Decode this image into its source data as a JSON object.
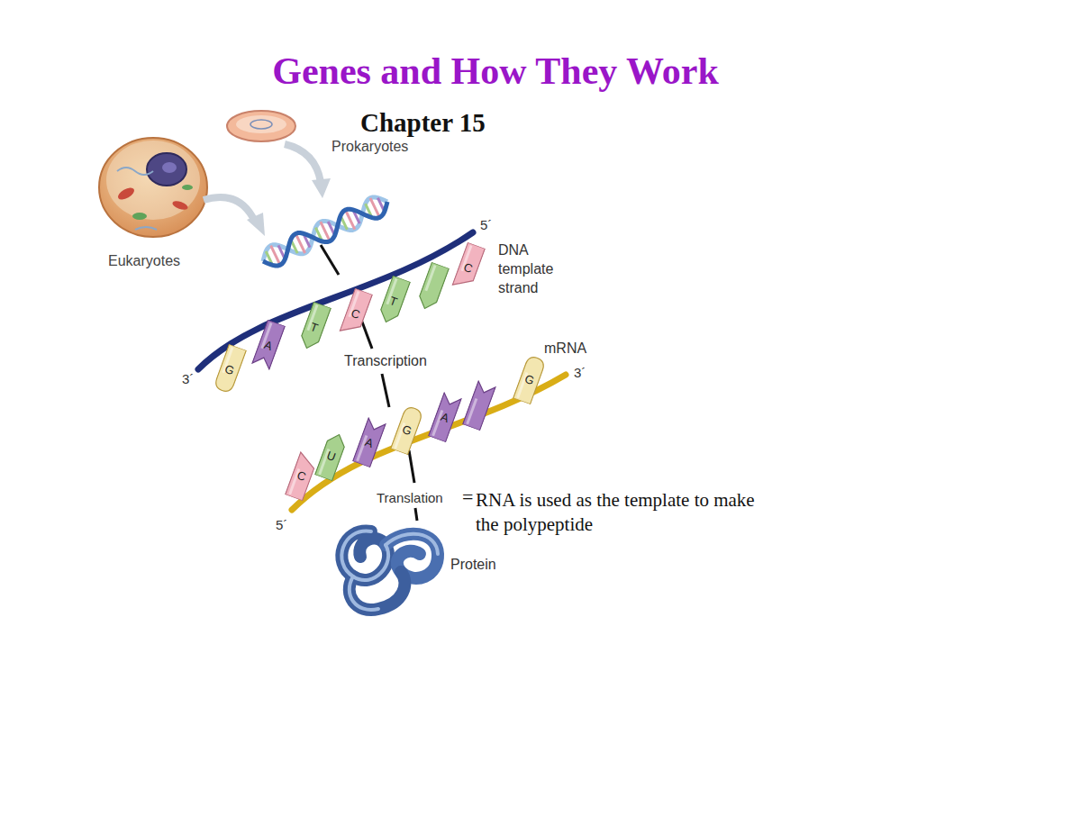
{
  "diagram": {
    "title": "Genes and How They Work",
    "nodes": [
      {
        "text": [
          "G"
        ]
      },
      {
        "text": [
          "A"
        ]
      },
      {
        "text": [
          "T"
        ]
      },
      {
        "text": [
          "C"
        ]
      },
      {
        "text": [
          "T"
        ]
      },
      {
        "text": [
          "C"
        ]
      },
      {
        "text": [
          "C"
        ]
      },
      {
        "text": [
          "U"
        ]
      },
      {
        "text": [
          "A"
        ]
      },
      {
        "text": [
          "G"
        ]
      },
      {
        "text": [
          "A"
        ]
      },
      {
        "text": [
          "G"
        ]
      }
    ],
    "labels": [
      "Chapter 15",
      "Prokaryotes",
      "Eukaryotes",
      "5´",
      "DNA template strand",
      "3´",
      "Transcription",
      "mRNA",
      "3´",
      "5´",
      "Translation",
      "=",
      "RNA is used as the template to make the polypeptide",
      "Protein"
    ]
  }
}
